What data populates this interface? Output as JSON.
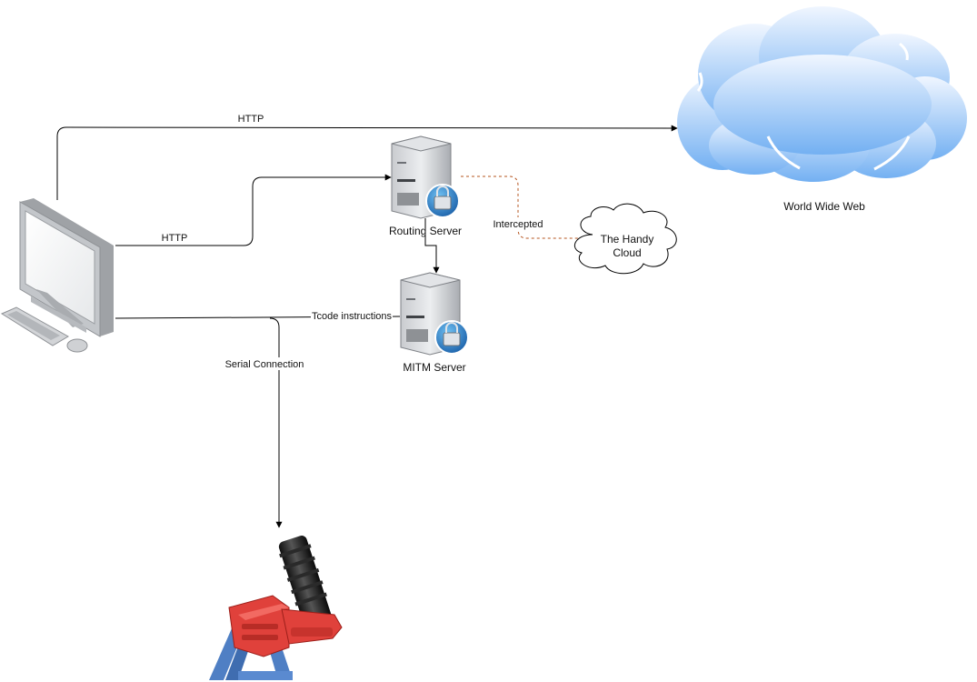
{
  "edges": {
    "http_top": "HTTP",
    "http_routing": "HTTP",
    "tcode": "Tcode instructions",
    "serial": "Serial Connection",
    "intercepted": "Intercepted"
  },
  "nodes": {
    "routing_server": "Routing Server",
    "mitm_server": "MITM Server",
    "handy_cloud_line1": "The Handy",
    "handy_cloud_line2": "Cloud",
    "www": "World Wide Web"
  },
  "colors": {
    "edge": "#000000",
    "intercept_edge": "#b5541f",
    "cloud_top": "#f0f6ff",
    "cloud_bottom": "#73b0f2",
    "device_red": "#e0413b",
    "device_blue": "#4f7fc4"
  },
  "icons": [
    "desktop-computer-icon",
    "server-icon",
    "lock-badge-icon",
    "cloud-icon",
    "device-icon"
  ]
}
